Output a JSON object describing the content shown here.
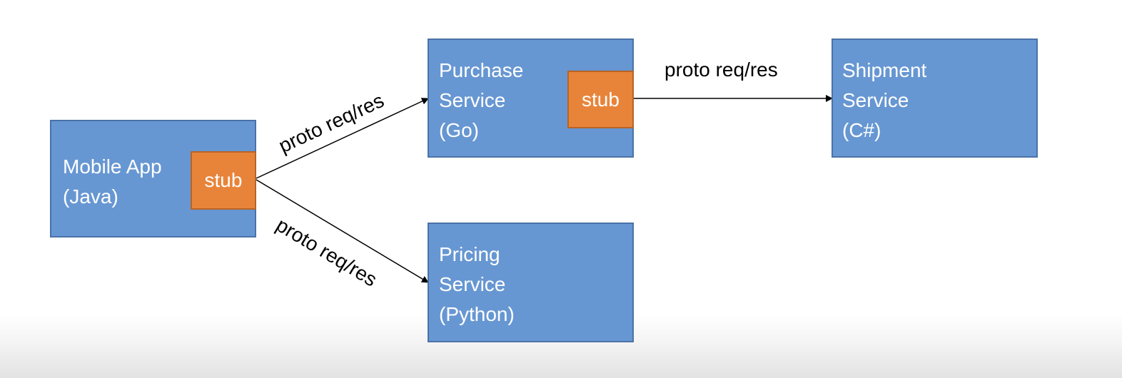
{
  "mobile_app": {
    "label": "Mobile App\n(Java)",
    "stub_label": "stub"
  },
  "purchase_service": {
    "label": "Purchase\nService\n(Go)",
    "stub_label": "stub"
  },
  "shipment_service": {
    "label": "Shipment\nService\n(C#)"
  },
  "pricing_service": {
    "label": "Pricing\nService\n(Python)"
  },
  "edges": {
    "mobile_to_purchase": "proto req/res",
    "mobile_to_pricing": "proto req/res",
    "purchase_to_shipment": "proto req/res"
  },
  "colors": {
    "service_fill": "#6797d2",
    "service_border": "#4a72a8",
    "stub_fill": "#e8843a",
    "stub_border": "#b86426"
  }
}
